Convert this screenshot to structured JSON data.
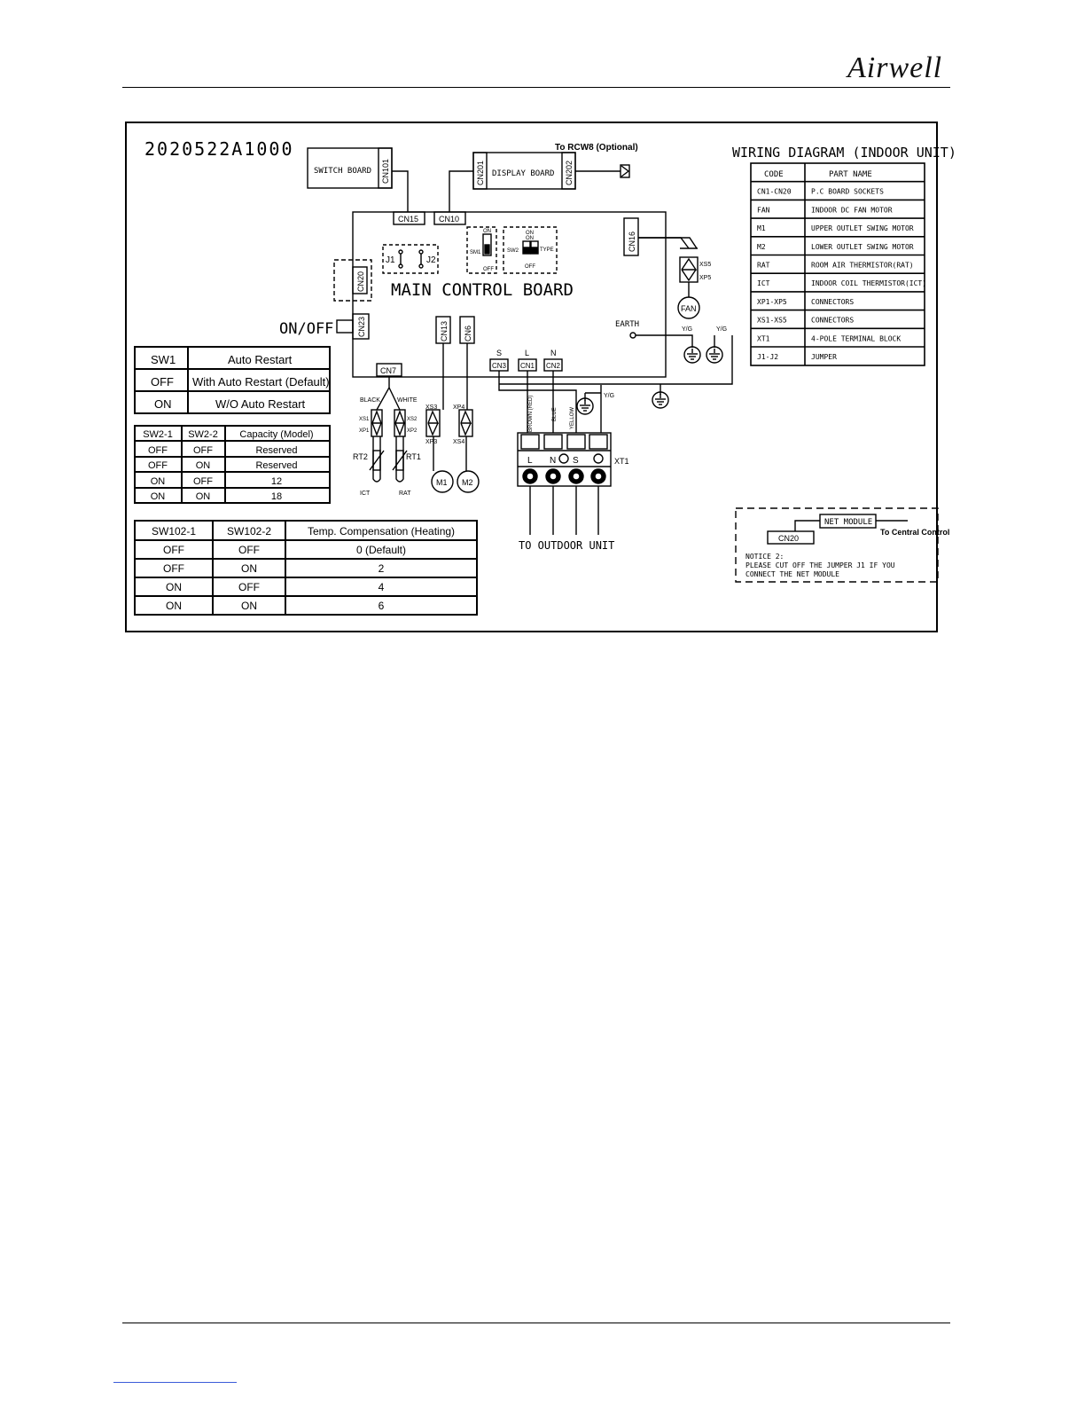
{
  "logo": "Airwell",
  "diagram": {
    "code": "2020522A1000",
    "title": "WIRING DIAGRAM (INDOOR UNIT)",
    "rcw8": "To RCW8 (Optional)",
    "switch_board": "SWITCH BOARD",
    "display_board": "DISPLAY BOARD",
    "main_board": "MAIN CONTROL BOARD",
    "onoff": "ON/OFF",
    "earth": "EARTH",
    "fan": "FAN",
    "to_outdoor": "TO OUTDOOR UNIT",
    "connectors": {
      "cn101": "CN101",
      "cn201": "CN201",
      "cn202": "CN202",
      "cn15": "CN15",
      "cn10": "CN10",
      "cn16": "CN16",
      "cn20": "CN20",
      "cn23": "CN23",
      "cn13": "CN13",
      "cn6": "CN6",
      "cn7": "CN7",
      "cn3": "CN3",
      "cn1": "CN1",
      "cn2": "CN2"
    },
    "labels": {
      "j1": "J1",
      "j2": "J2",
      "sm1": "SM1",
      "sw2": "SW2",
      "on": "ON",
      "off": "OFF",
      "type": "TYPE",
      "s": "S",
      "l": "L",
      "n": "N",
      "yg": "Y/G",
      "xs5": "XS5",
      "xp5": "XP5",
      "black": "BLACK",
      "white": "WHITE",
      "xs1": "XS1",
      "xp1": "XP1",
      "xs2": "XS2",
      "xp2": "XP2",
      "xs3": "XS3",
      "xp3": "XP3",
      "xp4": "XP4",
      "xs4": "XS4",
      "rt1": "RT1",
      "rt2": "RT2",
      "ict": "ICT",
      "rat": "RAT",
      "m1": "M1",
      "m2": "M2",
      "brown": "BROWN (RED)",
      "blue": "BLUE",
      "yellow": "YELLOW",
      "xt1": "XT1"
    },
    "net": {
      "module": "NET MODULE",
      "cn20": "CN20",
      "central": "To Central Control",
      "notice1": "NOTICE 2:",
      "notice2": "PLEASE CUT OFF THE JUMPER J1 IF YOU",
      "notice3": "CONNECT THE NET MODULE"
    },
    "part_table": {
      "headers": [
        "CODE",
        "PART NAME"
      ],
      "rows": [
        [
          "CN1-CN20",
          "P.C BOARD SOCKETS"
        ],
        [
          "FAN",
          "INDOOR DC FAN MOTOR"
        ],
        [
          "M1",
          "UPPER OUTLET SWING MOTOR"
        ],
        [
          "M2",
          "LOWER OUTLET SWING MOTOR"
        ],
        [
          "RAT",
          "ROOM AIR THERMISTOR(RAT)"
        ],
        [
          "ICT",
          "INDOOR COIL THERMISTOR(ICT)"
        ],
        [
          "XP1-XP5",
          "CONNECTORS"
        ],
        [
          "XS1-XS5",
          "CONNECTORS"
        ],
        [
          "XT1",
          "4-POLE TERMINAL BLOCK"
        ],
        [
          "J1-J2",
          "JUMPER"
        ]
      ]
    },
    "sw1_table": {
      "headers": [
        "SW1",
        "Auto Restart"
      ],
      "rows": [
        [
          "OFF",
          "With Auto Restart (Default)"
        ],
        [
          "ON",
          "W/O Auto Restart"
        ]
      ]
    },
    "sw2_table": {
      "headers": [
        "SW2-1",
        "SW2-2",
        "Capacity (Model)"
      ],
      "rows": [
        [
          "OFF",
          "OFF",
          "Reserved"
        ],
        [
          "OFF",
          "ON",
          "Reserved"
        ],
        [
          "ON",
          "OFF",
          "12"
        ],
        [
          "ON",
          "ON",
          "18"
        ]
      ]
    },
    "sw102_table": {
      "headers": [
        "SW102-1",
        "SW102-2",
        "Temp. Compensation (Heating)"
      ],
      "rows": [
        [
          "OFF",
          "OFF",
          "0 (Default)"
        ],
        [
          "OFF",
          "ON",
          "2"
        ],
        [
          "ON",
          "OFF",
          "4"
        ],
        [
          "ON",
          "ON",
          "6"
        ]
      ]
    }
  }
}
